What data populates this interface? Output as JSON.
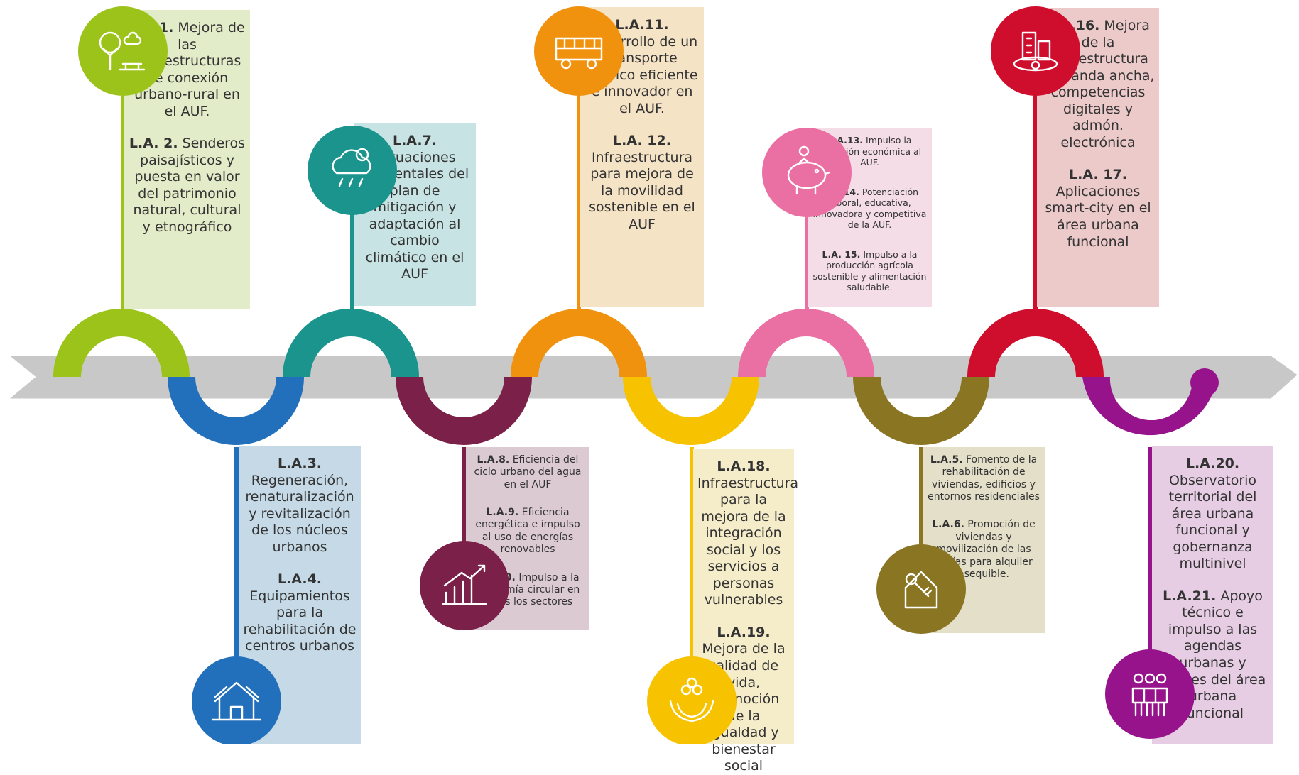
{
  "colors": {
    "arrow": "#c8c8c8",
    "arrow_outline": "#ffffff",
    "green": "#9cc31a",
    "green_bg": "#e3ecc8",
    "blue": "#2270bc",
    "blue_bg": "#c5d9e6",
    "teal": "#1a948d",
    "teal_bg": "#c8e3e3",
    "maroon": "#7b2149",
    "maroon_bg": "#dccad3",
    "orange": "#f0920e",
    "orange_bg": "#f5e3c6",
    "yellow": "#f7c300",
    "yellow_bg": "#f5ecc9",
    "pink": "#ea6fa3",
    "pink_bg": "#f5dde7",
    "olive": "#8a7523",
    "olive_bg": "#e4dfc9",
    "red": "#cf0d2c",
    "red_bg": "#eccaca",
    "purple": "#96138b",
    "purple_bg": "#e6cde3"
  },
  "boxes": [
    {
      "id": "g1",
      "color": "green",
      "icon": "park-icon",
      "items": [
        {
          "code": "L.A.1.",
          "text": " Mejora de las infraestructuras de conexión urbano-rural en el AUF."
        },
        {
          "code": "L.A. 2.",
          "text": " Senderos paisajísticos y puesta en valor del patrimonio natural, cultural y etnográfico"
        }
      ]
    },
    {
      "id": "b1",
      "color": "blue",
      "icon": "houses-icon",
      "items": [
        {
          "code": "L.A.3.",
          "text": " Regeneración, renaturalización y revitalización de los núcleos urbanos"
        },
        {
          "code": "L.A.4.",
          "text": " Equipamientos para la rehabilitación de centros urbanos"
        }
      ]
    },
    {
      "id": "t1",
      "color": "teal",
      "icon": "storm-cloud-icon",
      "items": [
        {
          "code": "L.A.7.",
          "text": " Actuaciones ambientales del plan de mitigación y adaptación al cambio climático en el AUF"
        }
      ]
    },
    {
      "id": "m1",
      "color": "maroon",
      "icon": "chart-growth-icon",
      "items": [
        {
          "code": "L.A.8.",
          "text": " Eficiencia del ciclo urbano del agua en el AUF"
        },
        {
          "code": "L.A.9.",
          "text": " Eficiencia energética e impulso al uso de energías renovables"
        },
        {
          "code": "L.A.10.",
          "text": " Impulso a la economía circular en todos los sectores"
        }
      ]
    },
    {
      "id": "o1",
      "color": "orange",
      "icon": "bus-icon",
      "items": [
        {
          "code": "L.A.11.",
          "text": " Desarrollo de un transporte público eficiente e innovador en el AUF."
        },
        {
          "code": "L.A. 12.",
          "text": " Infraestructura para mejora de la movilidad sostenible en el AUF"
        }
      ]
    },
    {
      "id": "y1",
      "color": "yellow",
      "icon": "care-hands-icon",
      "items": [
        {
          "code": "L.A.18.",
          "text": " Infraestructura para la mejora de la integración social y los servicios a personas vulnerables"
        },
        {
          "code": "L.A.19.",
          "text": " Mejora de la calidad de vida, promoción de la igualdad y bienestar social"
        }
      ]
    },
    {
      "id": "p1",
      "color": "pink",
      "icon": "piggy-bank-icon",
      "items": [
        {
          "code": "L.A.13.",
          "text": " Impulso la atracción económica al AUF."
        },
        {
          "code": "L.A. 14.",
          "text": " Potenciación laboral, educativa, innovadora y competitiva de la AUF."
        },
        {
          "code": "L.A. 15.",
          "text": " Impulso a la producción agrícola sostenible y alimentación saludable."
        }
      ]
    },
    {
      "id": "ol1",
      "color": "olive",
      "icon": "house-key-icon",
      "items": [
        {
          "code": "L.A.5.",
          "text": " Fomento de la rehabilitación de viviendas, edificios y entornos residenciales"
        },
        {
          "code": "L.A.6.",
          "text": " Promoción de viviendas y movilización de las vacías para alquiler asequible."
        }
      ]
    },
    {
      "id": "r1",
      "color": "red",
      "icon": "smart-city-icon",
      "items": [
        {
          "code": "L.A.16.",
          "text": " Mejora de la infraestructura de banda ancha, competencias digitales y admón. electrónica"
        },
        {
          "code": "L.A. 17.",
          "text": " Aplicaciones smart-city en el área urbana funcional"
        }
      ]
    },
    {
      "id": "pu1",
      "color": "purple",
      "icon": "people-group-icon",
      "items": [
        {
          "code": "L.A.20.",
          "text": " Observatorio territorial del área urbana funcional y gobernanza multinivel"
        },
        {
          "code": "L.A.21.",
          "text": " Apoyo técnico e impulso a las agendas urbanas y rurales del área urbana funcional"
        }
      ]
    }
  ]
}
